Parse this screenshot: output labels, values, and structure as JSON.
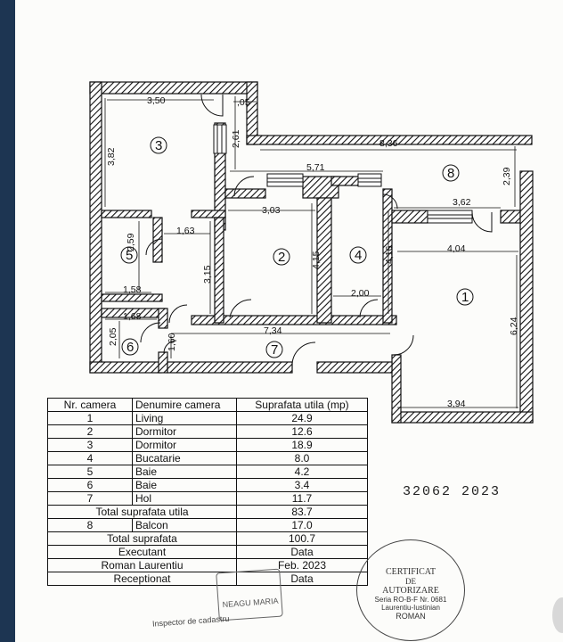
{
  "plan": {
    "dims": [
      "3,50",
      ",05",
      "2,61",
      "3,82",
      "8,36",
      "5,71",
      "2,39",
      "3,62",
      "3,03",
      "4,15",
      "4,16",
      "4,04",
      "1,63",
      "2,59",
      "3,15",
      "6,24",
      "1,58",
      "2,00",
      "1,68",
      "7,34",
      "2,05",
      "1,60",
      "3,94"
    ],
    "rooms": [
      "1",
      "2",
      "3",
      "4",
      "5",
      "6",
      "7",
      "8"
    ]
  },
  "table": {
    "headers": [
      "Nr. camera",
      "Denumire camera",
      "Suprafata utila (mp)"
    ],
    "rows": [
      [
        "1",
        "Living",
        "24.9"
      ],
      [
        "2",
        "Dormitor",
        "12.6"
      ],
      [
        "3",
        "Dormitor",
        "18.9"
      ],
      [
        "4",
        "Bucatarie",
        "8.0"
      ],
      [
        "5",
        "Baie",
        "4.2"
      ],
      [
        "6",
        "Baie",
        "3.4"
      ],
      [
        "7",
        "Hol",
        "11.7"
      ]
    ],
    "total_util_label": "Total suprafata utila",
    "total_util_value": "83.7",
    "balcony": [
      "8",
      "Balcon",
      "17.0"
    ],
    "total_label": "Total suprafata",
    "total_value": "100.7",
    "executant_label": "Executant",
    "data_label": "Data",
    "executant_name": "Roman Laurentiu",
    "executant_date": "Feb. 2023",
    "receptionat_label": "Receptionat",
    "data_label2": "Data"
  },
  "cadastral_number": "32062 2023",
  "stamps": {
    "ocpi_name": "NEAGU MARIA",
    "ocpi_title": "Inspector de cadastru",
    "cert_line1": "CERTIFICAT",
    "cert_line2": "DE",
    "cert_line3": "AUTORIZARE",
    "cert_line4": "Seria RO-B-F Nr. 0681",
    "cert_line5": "Laurentiu-Iustinian",
    "cert_line6": "ROMAN"
  }
}
